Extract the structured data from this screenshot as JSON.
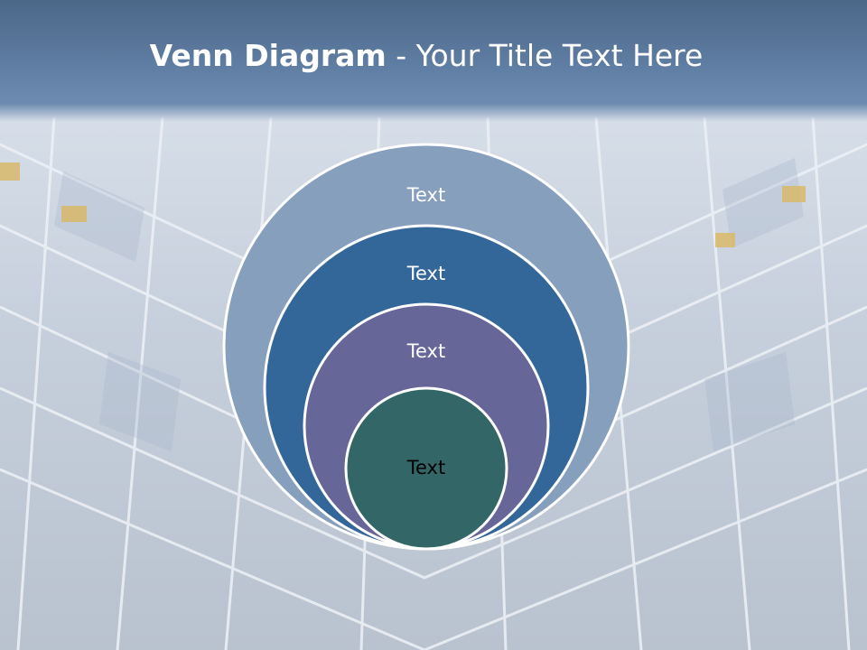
{
  "slide": {
    "title_bold": "Venn Diagram",
    "title_rest": " - Your Title Text Here"
  },
  "diagram": {
    "type": "nested-circles",
    "rings": [
      {
        "label": "Text",
        "color": "#869fbd",
        "text_color": "#ffffff"
      },
      {
        "label": "Text",
        "color": "#336699",
        "text_color": "#ffffff"
      },
      {
        "label": "Text",
        "color": "#666699",
        "text_color": "#ffffff"
      },
      {
        "label": "Text",
        "color": "#336666",
        "text_color": "#000000"
      }
    ],
    "outline_color": "#ffffff"
  }
}
